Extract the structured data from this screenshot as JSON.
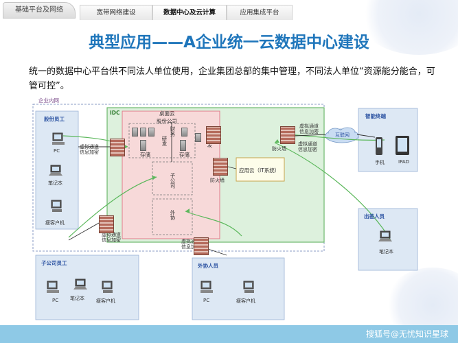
{
  "tabs": {
    "home": "基础平台及网络",
    "items": [
      "宽带网络建设",
      "数据中心及云计算",
      "应用集成平台"
    ],
    "active_index": 1
  },
  "title": "典型应用——A企业统一云数据中心建设",
  "intro": "统一的数据中心平台供不同法人单位使用，企业集团总部的集中管理，不同法人单位“资源能分能合，可管可控”。",
  "diagram": {
    "intranet_label": "企业内网",
    "idc_label": "IDC",
    "cloud_desktop": "桌面云",
    "branch_company": "股份公司",
    "storage": "存储",
    "research": "研发",
    "finance": "财务",
    "subsidiary": "子公司",
    "outsource": "外协",
    "app_cloud": "应用云（IT系统）",
    "firewall": "防火墙",
    "vpn": "虚拟通道信息加密",
    "internet": "互联网",
    "smart_terminal": "智能终端",
    "mobile": "手机",
    "ipad": "IPAD",
    "travel_staff": "出差人员",
    "notebook": "笔记本",
    "share_staff": "股份员工",
    "pc": "PC",
    "thin_client": "瘦客户机",
    "sub_staff": "子公司员工",
    "outsource_staff": "外协人员"
  },
  "watermark": "搜狐号@无忧知识星球",
  "colors": {
    "title": "#1f76bb",
    "idc_fill": "#ddf1dd",
    "idc_border": "#6ab86a",
    "cloud_fill": "#f7d9d9",
    "cloud_border": "#e07a8a",
    "staff_zone": "#dde8f4",
    "link_green": "#5cb85c",
    "link_black": "#333333",
    "footer": "#8ec9e6"
  }
}
